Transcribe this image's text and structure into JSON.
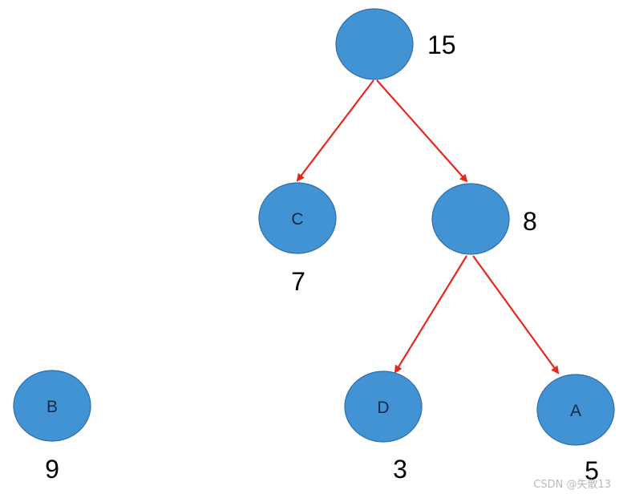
{
  "diagram": {
    "nodes": [
      {
        "id": "root",
        "letter": "",
        "weight": "15"
      },
      {
        "id": "c",
        "letter": "C",
        "weight": "7"
      },
      {
        "id": "n8",
        "letter": "",
        "weight": "8"
      },
      {
        "id": "d",
        "letter": "D",
        "weight": "3"
      },
      {
        "id": "a",
        "letter": "A",
        "weight": "5"
      },
      {
        "id": "b",
        "letter": "B",
        "weight": "9"
      }
    ],
    "edges": [
      {
        "from": "root",
        "to": "c"
      },
      {
        "from": "root",
        "to": "n8"
      },
      {
        "from": "n8",
        "to": "d"
      },
      {
        "from": "n8",
        "to": "a"
      }
    ],
    "colors": {
      "node_fill": "#4193d4",
      "edge": "#e8261c"
    }
  },
  "watermark": "CSDN @失散13"
}
